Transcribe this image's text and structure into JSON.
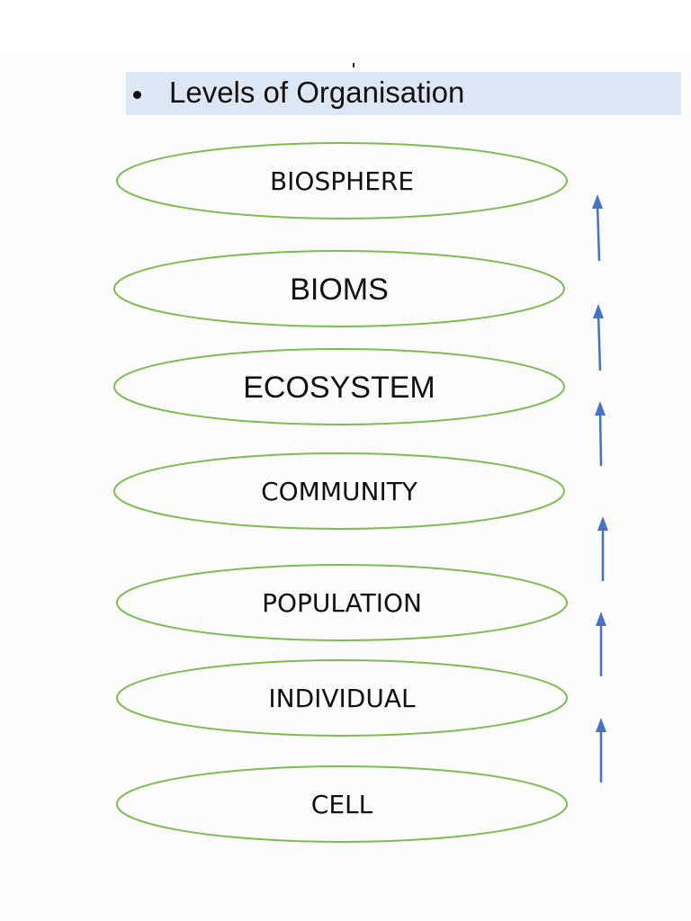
{
  "header": {
    "title": "Levels of Organisation"
  },
  "colors": {
    "ellipse_stroke": "#7cbc50",
    "arrow": "#4472c4",
    "header_band": "#dde7f3"
  },
  "levels": [
    {
      "label": "BIOSPHERE"
    },
    {
      "label": "BIOMS"
    },
    {
      "label": "ECOSYSTEM"
    },
    {
      "label": "COMMUNITY"
    },
    {
      "label": "POPULATION"
    },
    {
      "label": "INDIVIDUAL"
    },
    {
      "label": "CELL"
    }
  ],
  "arrow_direction": "up"
}
